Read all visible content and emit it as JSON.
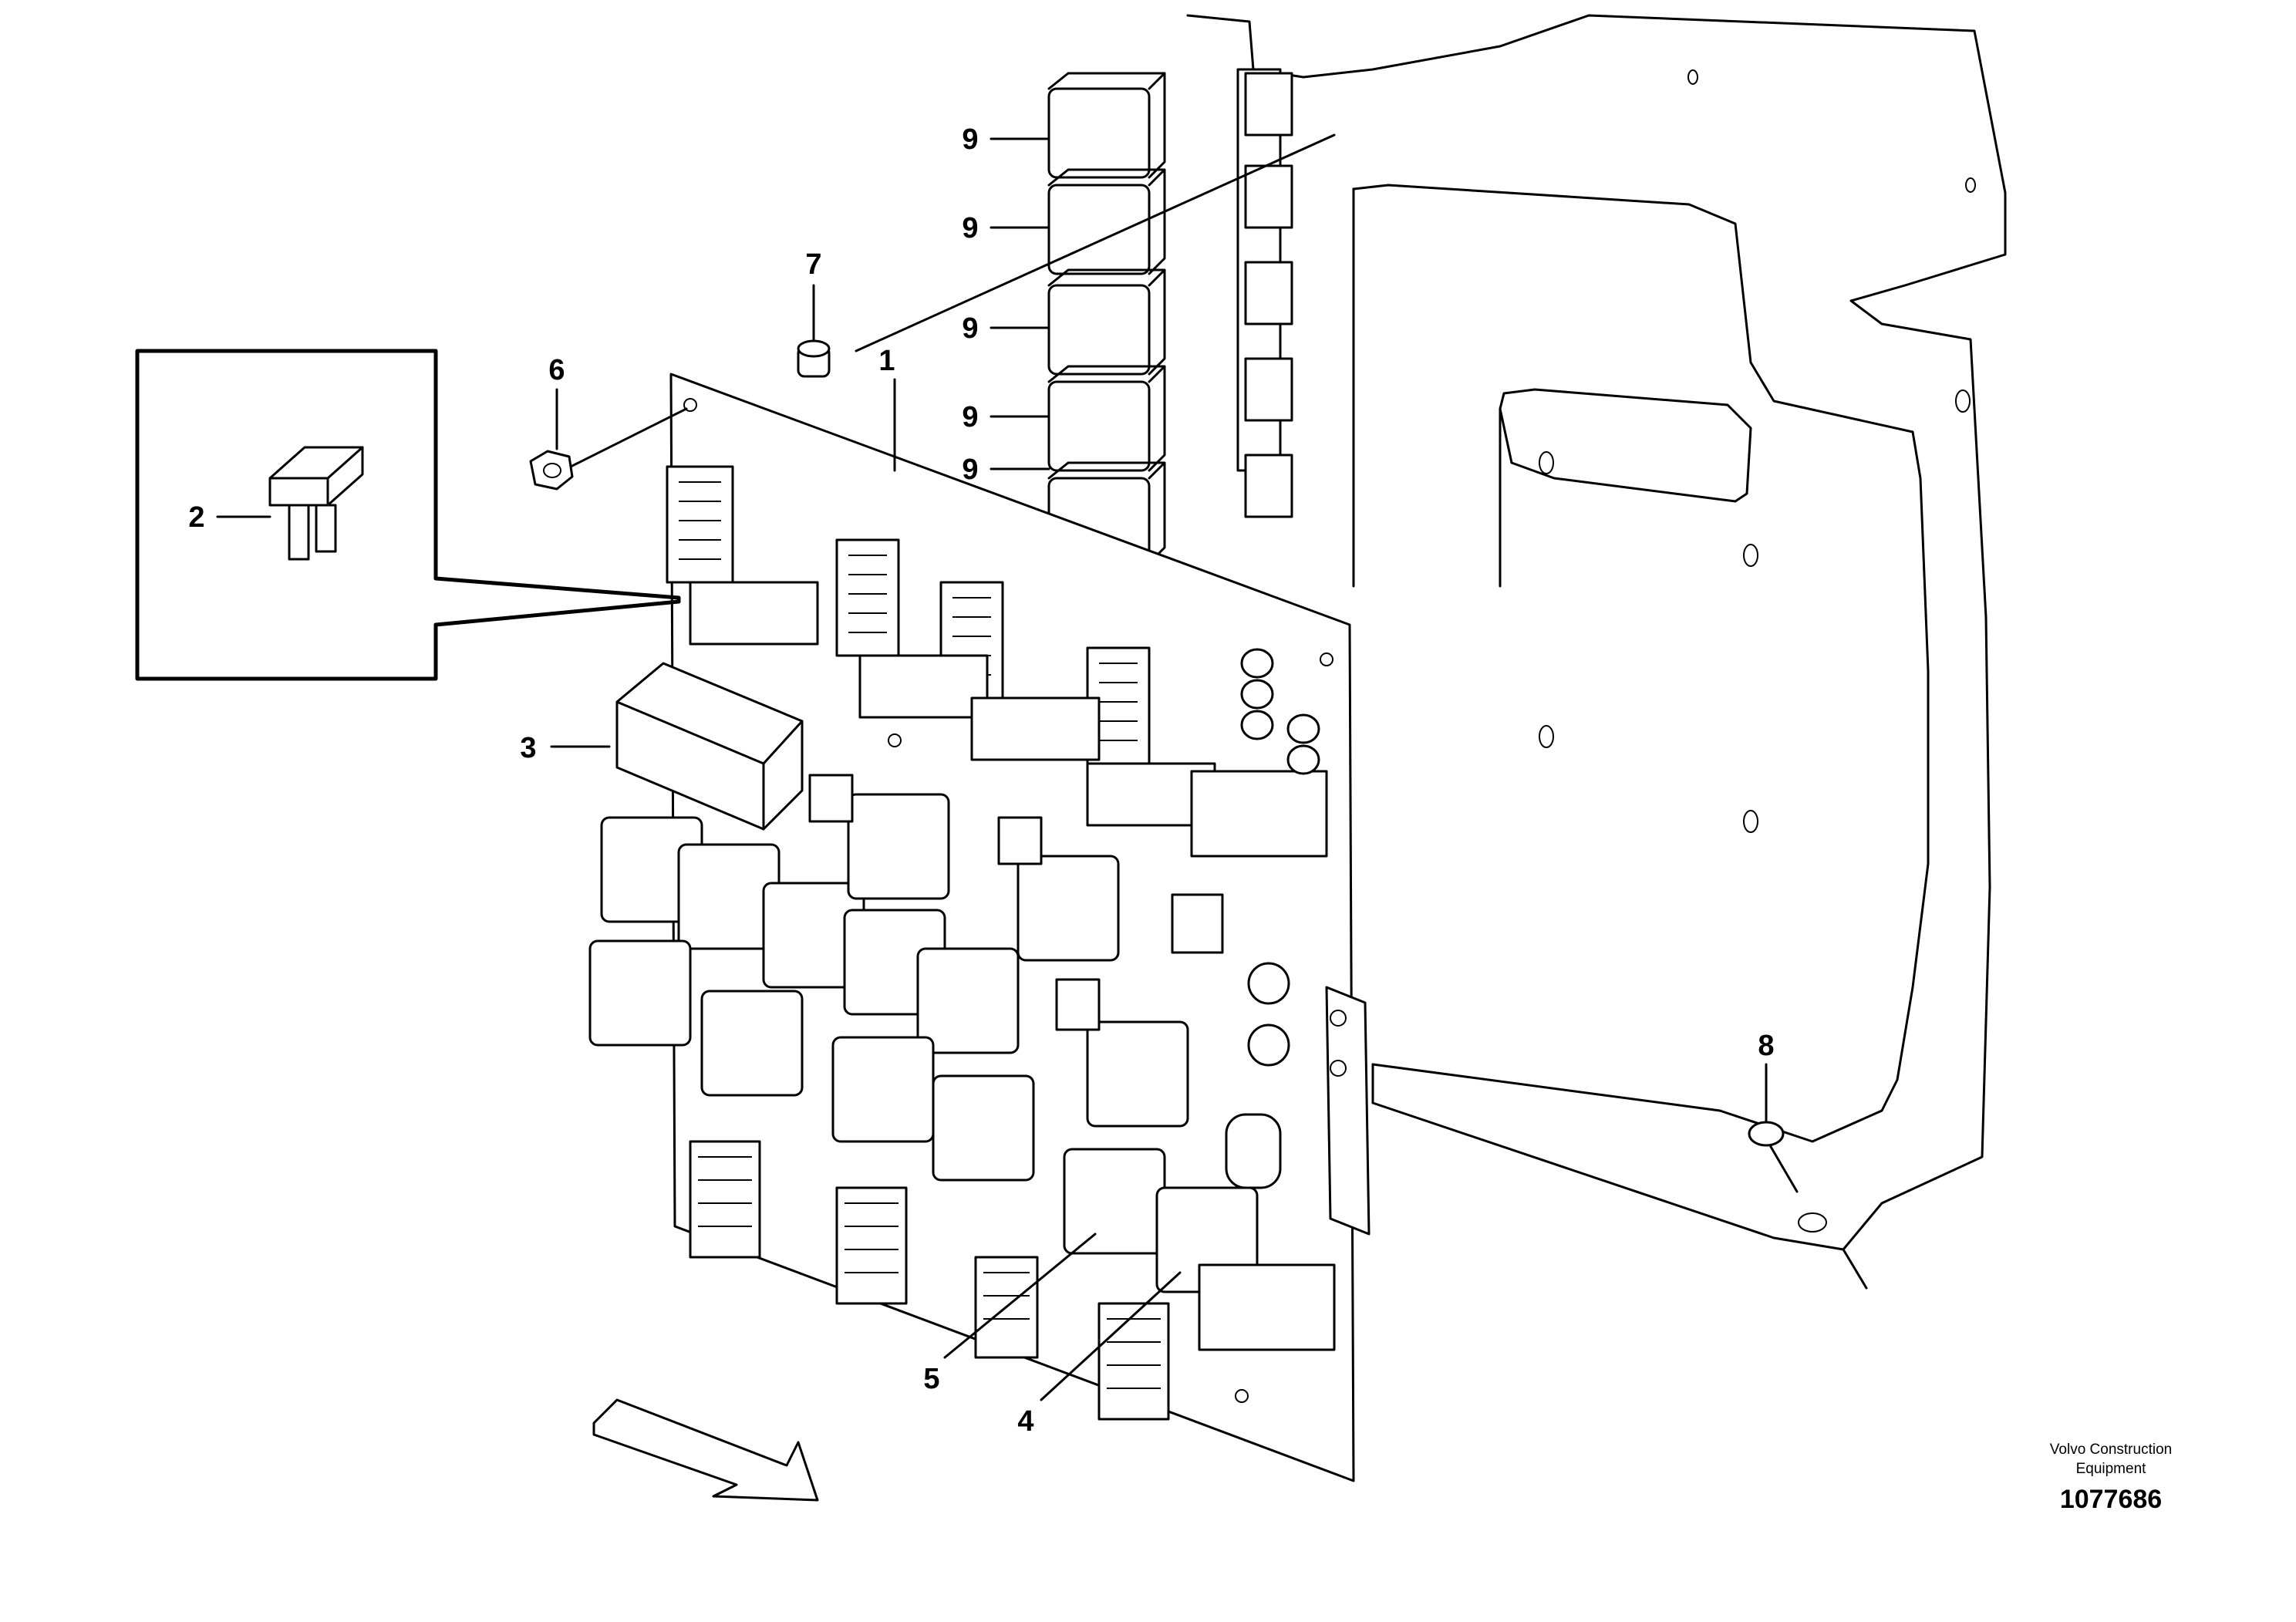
{
  "callouts": [
    {
      "id": "1",
      "label": "1"
    },
    {
      "id": "2",
      "label": "2"
    },
    {
      "id": "3",
      "label": "3"
    },
    {
      "id": "4",
      "label": "4"
    },
    {
      "id": "5",
      "label": "5"
    },
    {
      "id": "6",
      "label": "6"
    },
    {
      "id": "7",
      "label": "7"
    },
    {
      "id": "8",
      "label": "8"
    },
    {
      "id": "9a",
      "label": "9"
    },
    {
      "id": "9b",
      "label": "9"
    },
    {
      "id": "9c",
      "label": "9"
    },
    {
      "id": "9d",
      "label": "9"
    },
    {
      "id": "9e",
      "label": "9"
    }
  ],
  "credit": {
    "line1": "Volvo Construction",
    "line2": "Equipment",
    "figure_number": "1077686"
  },
  "icons": {
    "direction": "forward-direction-arrow-icon",
    "fuse": "blade-fuse-icon",
    "relay": "relay-icon",
    "nut": "nut-icon",
    "spacer": "spacer-sleeve-icon",
    "screw": "screw-icon"
  }
}
